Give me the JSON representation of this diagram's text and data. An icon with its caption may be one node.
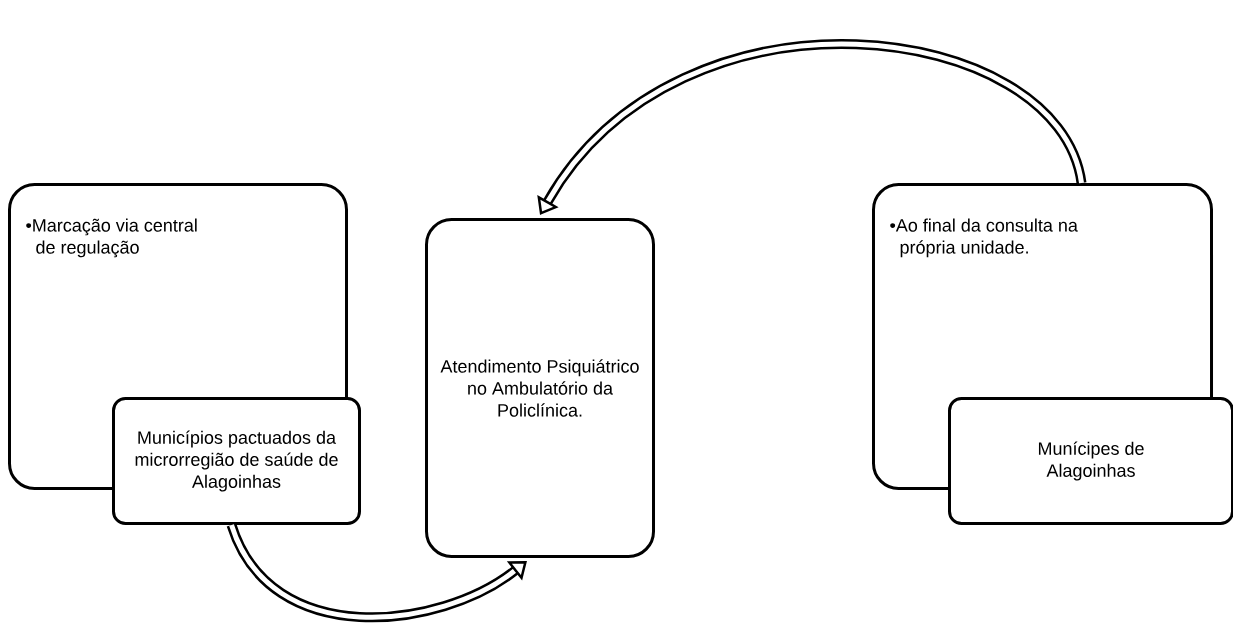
{
  "diagram": {
    "nodes": [
      {
        "text": [
          "•Marcação via central de regulação"
        ]
      },
      {
        "text": [
          "Municípios pactuados da microrregião de saúde de Alagoinhas"
        ]
      },
      {
        "text": [
          "Atendimento Psiquiátrico no Ambulatório da Policlínica."
        ]
      },
      {
        "text": [
          "•Ao final da consulta na própria unidade."
        ]
      },
      {
        "text": [
          "Munícipes de Alagoinhas"
        ]
      }
    ],
    "edges": [
      {
        "from": 1,
        "to": 2,
        "arrow": "to"
      },
      {
        "from": 3,
        "to": 2,
        "arrow": "to"
      }
    ]
  }
}
